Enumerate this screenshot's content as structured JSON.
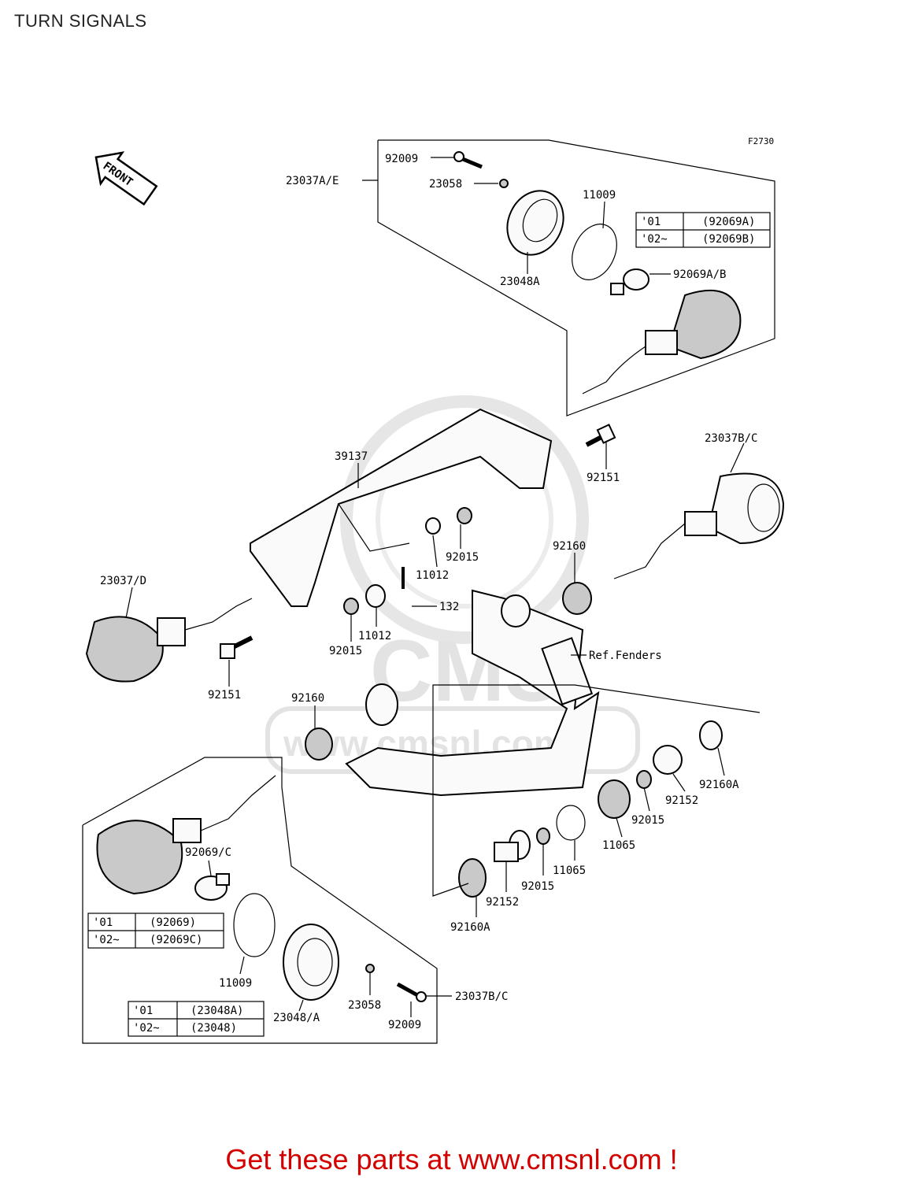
{
  "title": "TURN SIGNALS",
  "figure_code": "F2730",
  "front_mark": "FRONT",
  "watermark": {
    "logo": "CMS",
    "url": "www.cmsnl.com"
  },
  "labels": {
    "l92009a": "92009",
    "l23058a": "23058",
    "l23037ae": "23037A/E",
    "l11009a": "11009",
    "l23048a": "23048A",
    "l92069ab": "92069A/B",
    "l39137": "39137",
    "l92151a": "92151",
    "l23037bc_top": "23037B/C",
    "l92160a": "92160",
    "l92015a": "92015",
    "l11012a": "11012",
    "l132": "132",
    "l11012b": "11012",
    "l92015b": "92015",
    "l23037d": "23037/D",
    "l92151b": "92151",
    "l_ref_fenders": "Ref.Fenders",
    "l92160b": "92160",
    "l92160A_right": "92160A",
    "l92152a": "92152",
    "l92015c": "92015",
    "l11065a": "11065",
    "l11065b": "11065",
    "l92015d": "92015",
    "l92152b": "92152",
    "l92160A_bottom": "92160A",
    "l92069c": "92069/C",
    "l11009b": "11009",
    "l23048_a": "23048/A",
    "l23058b": "23058",
    "l92009b": "92009",
    "l23037bc_bottom": "23037B/C"
  },
  "tables": {
    "top": [
      [
        "'01",
        "(92069A)"
      ],
      [
        "'02~",
        "(92069B)"
      ]
    ],
    "mid": [
      [
        "'01",
        "(92069)"
      ],
      [
        "'02~",
        "(92069C)"
      ]
    ],
    "bottom": [
      [
        "'01",
        "(23048A)"
      ],
      [
        "'02~",
        "(23048)"
      ]
    ]
  },
  "footer": "Get these parts at www.cmsnl.com !"
}
